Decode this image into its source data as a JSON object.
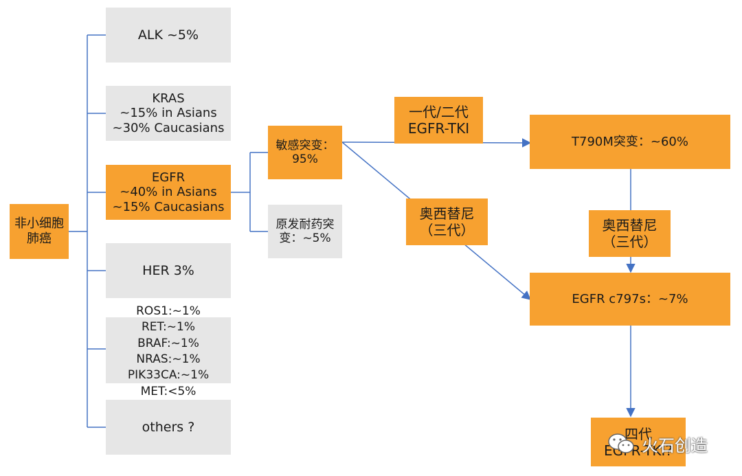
{
  "root": {
    "lines": [
      "非小细胞",
      "肺癌"
    ]
  },
  "drivers": {
    "alk": {
      "lines": [
        "ALK ~5%"
      ]
    },
    "kras": {
      "lines": [
        "KRAS",
        "~15% in Asians",
        "~30% Caucasians"
      ]
    },
    "egfr": {
      "lines": [
        "EGFR",
        "~40% in Asians",
        "~15% Caucasians"
      ]
    },
    "her": {
      "lines": [
        "HER 3%"
      ]
    },
    "others_list": {
      "lines": [
        "ROS1:~1%",
        "RET:~1%",
        "BRAF:~1%",
        "NRAS:~1%",
        "PIK33CA:~1%",
        "MET:<5%"
      ]
    },
    "others": {
      "lines": [
        "others ?"
      ]
    }
  },
  "egfr_sub": {
    "sensitive": {
      "lines": [
        "敏感突变：",
        "95%"
      ]
    },
    "primary_resistance": {
      "lines": [
        "原发耐药突",
        "变：~5%"
      ]
    }
  },
  "treatment": {
    "gen12": {
      "lines": [
        "一代/二代",
        "EGFR-TKI"
      ]
    },
    "osimertinib_a": {
      "lines": [
        "奥西替尼",
        "（三代）"
      ]
    },
    "osimertinib_b": {
      "lines": [
        "奥西替尼",
        "（三代）"
      ]
    }
  },
  "outcome": {
    "t790m": {
      "lines": [
        "T790M突变：~60%"
      ]
    },
    "c797s": {
      "lines": [
        "EGFR c797s：~7%"
      ]
    },
    "gen4": {
      "lines": [
        "四代",
        "EGFR-TKI?"
      ]
    }
  },
  "watermark": {
    "text": "火石创造",
    "icon": "wechat-icon"
  },
  "colors": {
    "gray": "#e6e6e6",
    "orange": "#f7a130",
    "line": "#4472c4"
  }
}
